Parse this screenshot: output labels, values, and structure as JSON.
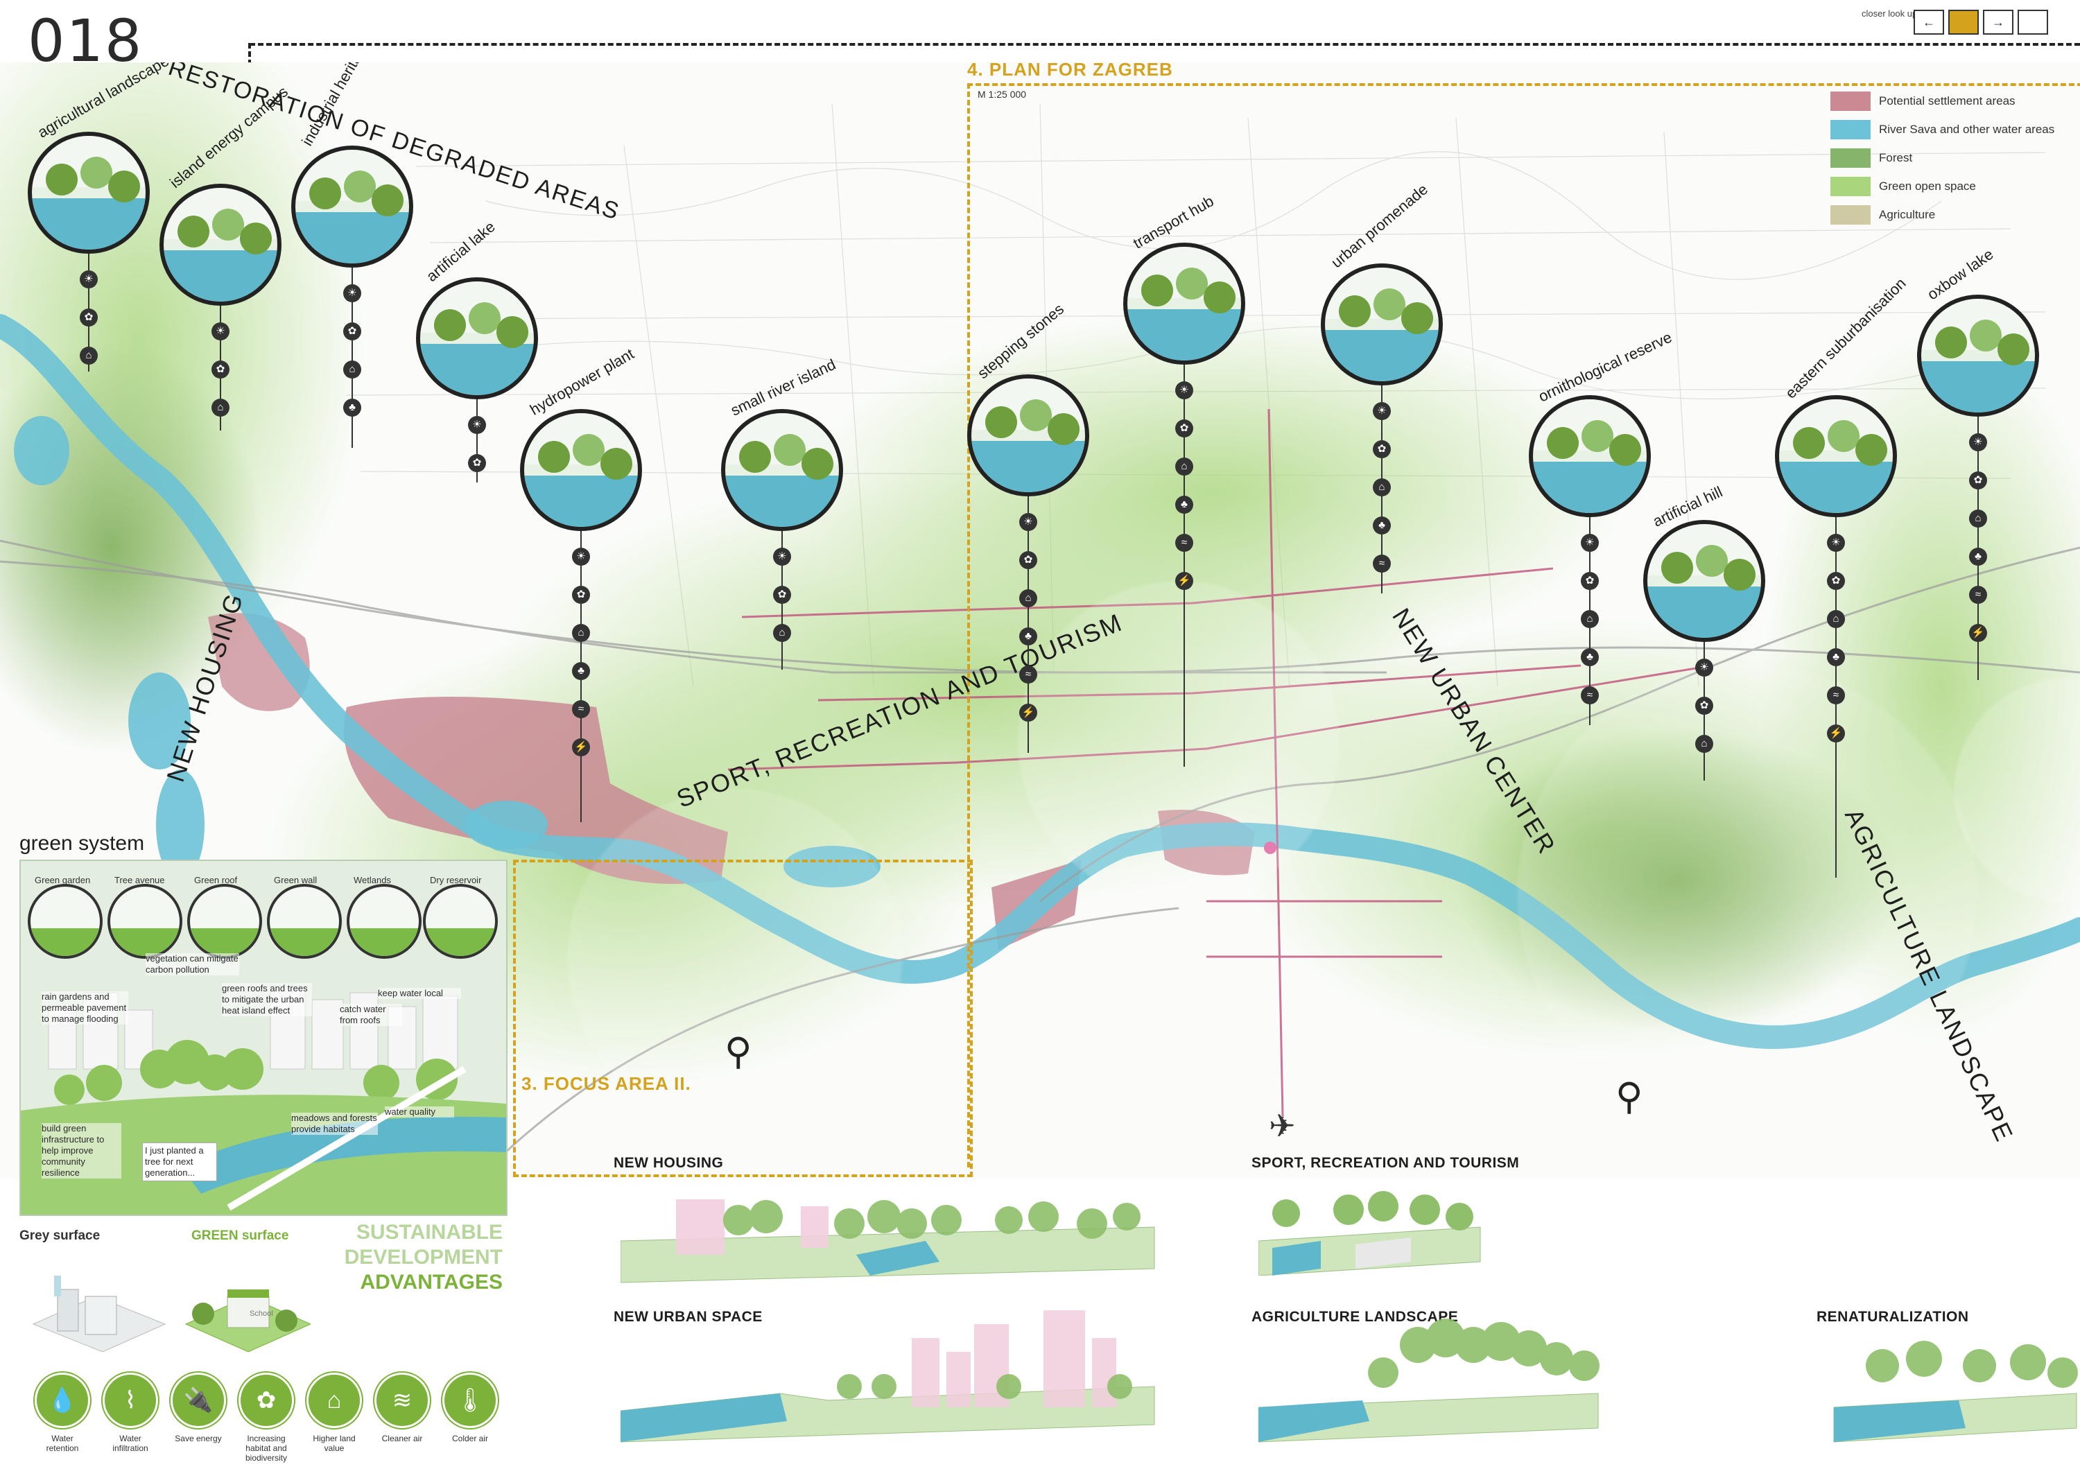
{
  "header": {
    "sheet_number": "018",
    "nav_caption": "closer look up",
    "nav_prev": "←",
    "nav_next": "→"
  },
  "map": {
    "plan_title": "4. PLAN FOR ZAGREB",
    "scale": "M 1:25 000",
    "focus_title": "3. FOCUS AREA II.",
    "legend": [
      {
        "label": "Potential settlement areas",
        "color": "#c98a94"
      },
      {
        "label": "River Sava and other water areas",
        "color": "#6cc2d6"
      },
      {
        "label": "Forest",
        "color": "#86b46a"
      },
      {
        "label": "Green open space",
        "color": "#a9d67c"
      },
      {
        "label": "Agriculture",
        "color": "#cfcaa4"
      }
    ],
    "zones": {
      "restoration": "RESTORATION OF DEGRADED AREAS",
      "new_housing": "NEW HOUSING",
      "sport": "SPORT, RECREATION AND TOURISM",
      "urban_center": "NEW URBAN CENTER",
      "agriculture": "AGRICULTURE LANDSCAPE"
    },
    "circles": [
      "agricultural landscape",
      "island energy campus",
      "industrial heritage",
      "artificial lake",
      "hydropower plant",
      "small river island",
      "stepping stones",
      "transport hub",
      "urban promenade",
      "ornithological reserve",
      "artificial hill",
      "eastern suburbanisation",
      "oxbow lake"
    ]
  },
  "green_system": {
    "title": "green system",
    "types": [
      "Green garden",
      "Tree avenue",
      "Green roof",
      "Green wall",
      "Wetlands",
      "Dry reservoir"
    ],
    "notes": [
      "vegetation can mitigate carbon pollution",
      "rain gardens and permeable pavement to manage flooding",
      "green roofs and trees to mitigate the urban heat island effect",
      "catch water from roofs",
      "keep water local",
      "meadows and forests provide habitats",
      "water quality",
      "build green infrastructure to help improve community resilience",
      "I just planted a tree for next generation..."
    ],
    "grey_surface": "Grey surface",
    "green_surface": "GREEN surface",
    "school_sign": "School",
    "sda_line1": "SUSTAINABLE",
    "sda_line2": "DEVELOPMENT",
    "sda_line3": "ADVANTAGES",
    "advantages": [
      {
        "label": "Water retention",
        "icon": "💧"
      },
      {
        "label": "Water infiltration",
        "icon": "⌇"
      },
      {
        "label": "Save energy",
        "icon": "🔌"
      },
      {
        "label": "Increasing habitat and biodiversity",
        "icon": "✿"
      },
      {
        "label": "Higher land value",
        "icon": "⌂"
      },
      {
        "label": "Cleaner air",
        "icon": "≋"
      },
      {
        "label": "Colder air",
        "icon": "🌡"
      }
    ]
  },
  "sections": {
    "new_housing": "NEW HOUSING",
    "sport": "SPORT, RECREATION AND TOURISM",
    "new_urban_space": "NEW URBAN SPACE",
    "agriculture": "AGRICULTURE LANDSCAPE",
    "renaturalization": "RENATURALIZATION"
  }
}
